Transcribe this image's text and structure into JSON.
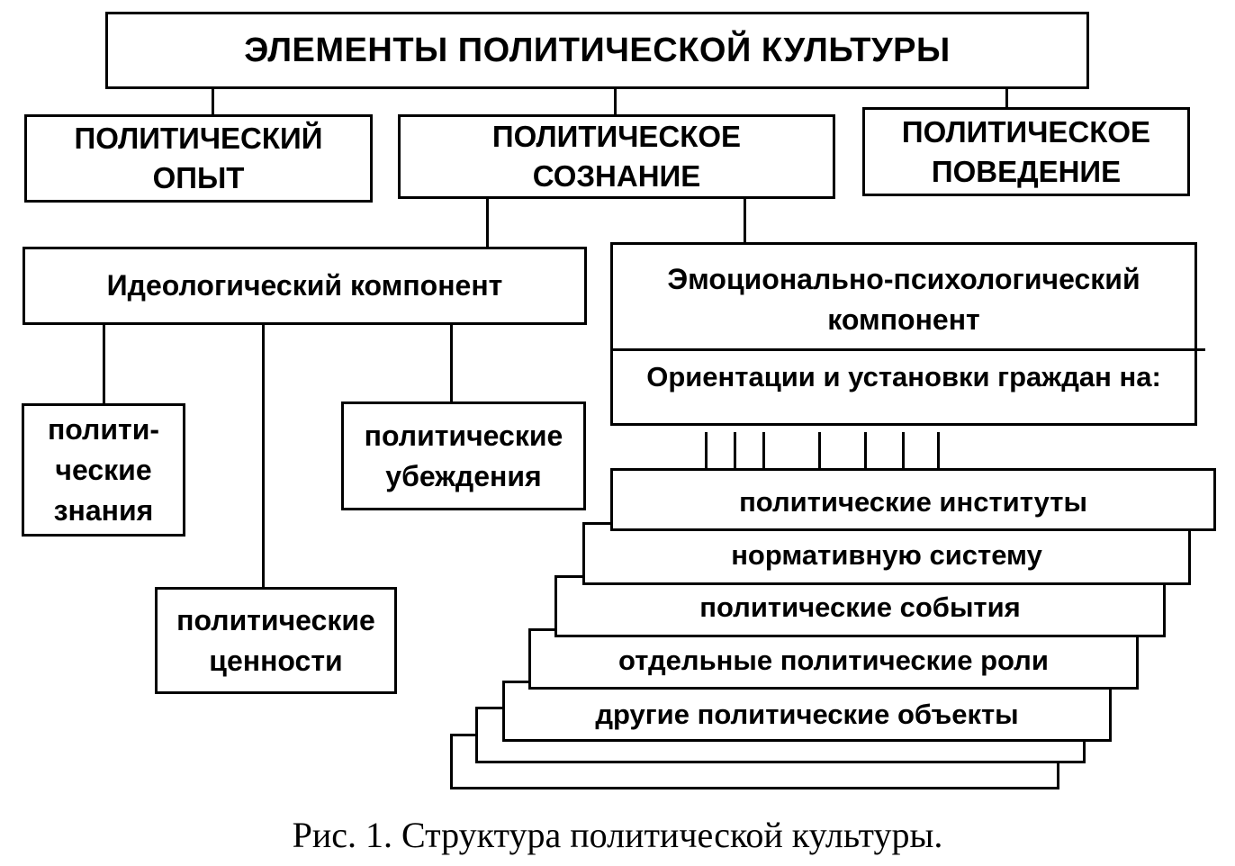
{
  "diagram": {
    "root": "ЭЛЕМЕНТЫ ПОЛИТИЧЕСКОЙ КУЛЬТУРЫ",
    "level1": {
      "experience": [
        "ПОЛИТИЧЕСКИЙ",
        "ОПЫТ"
      ],
      "consciousness": [
        "ПОЛИТИЧЕСКОЕ",
        "СОЗНАНИЕ"
      ],
      "behavior": [
        "ПОЛИТИЧЕСКОЕ",
        "ПОВЕДЕНИЕ"
      ]
    },
    "ideological": {
      "title": "Идеологический компонент",
      "knowledge": [
        "полити-",
        "ческие",
        "знания"
      ],
      "beliefs": [
        "политические",
        "убеждения"
      ],
      "values": [
        "политические",
        "ценности"
      ]
    },
    "emotional": {
      "title": [
        "Эмоционально-психологический",
        "компонент"
      ],
      "orientations": "Ориентации и установки граждан на:",
      "objects": [
        "политические институты",
        "нормативную систему",
        "политические события",
        "отдельные политические роли",
        "другие политические объекты"
      ]
    }
  },
  "caption": "Рис. 1. Структура политической культуры."
}
